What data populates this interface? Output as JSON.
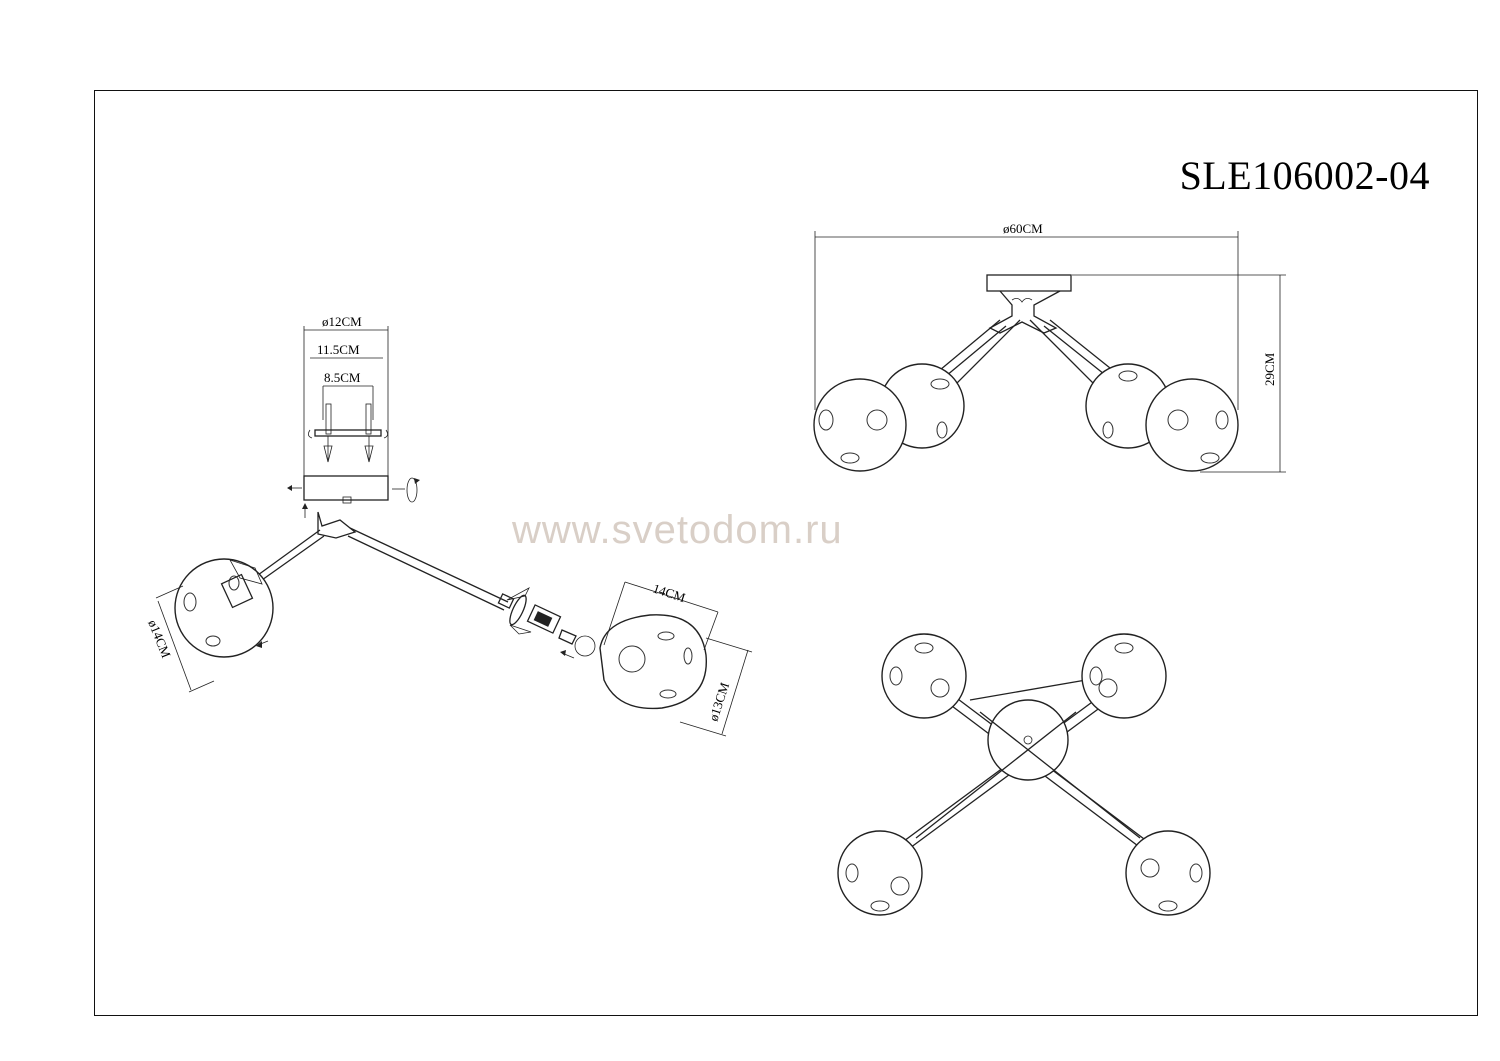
{
  "model_code": "SLE106002-04",
  "watermark": "www.svetodom.ru",
  "dimensions": {
    "canopy_diameter": "ø12CM",
    "canopy_inner": "11.5CM",
    "mount_spacing": "8.5CM",
    "shade_diameter": "ø14CM",
    "arm_length": "14CM",
    "shade_small_diameter": "ø13CM",
    "total_diameter": "ø60CM",
    "height": "29CM"
  }
}
